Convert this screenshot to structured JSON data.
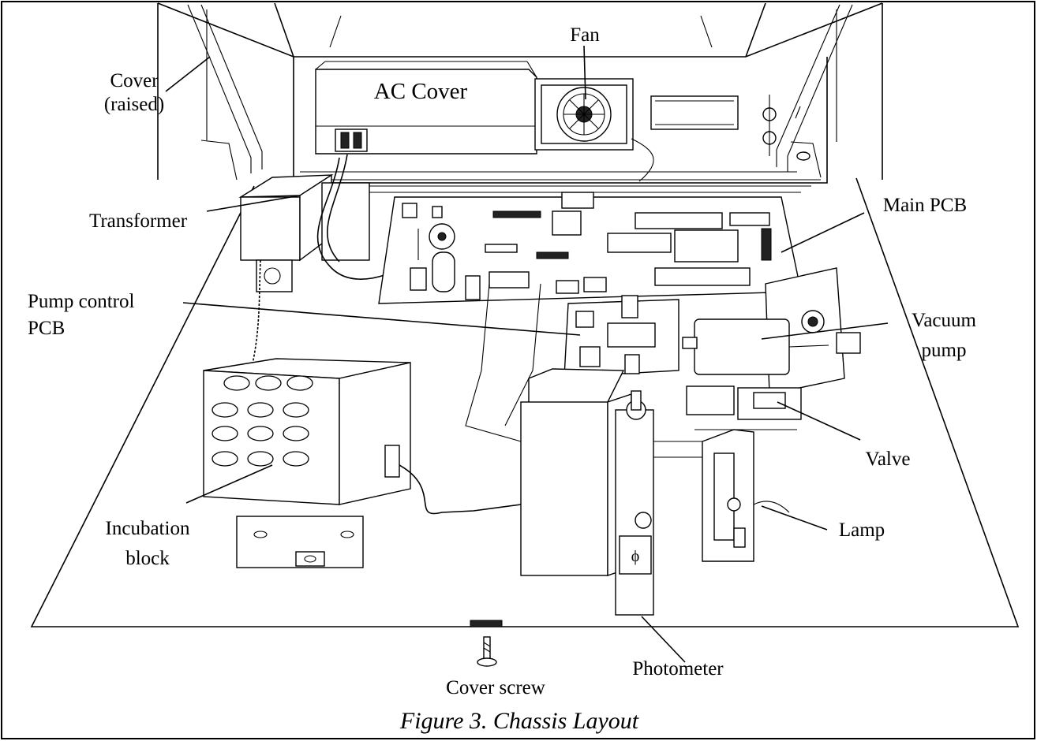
{
  "labels": {
    "fan": "Fan",
    "ac_cover": "AC Cover",
    "cover_line1": "Cover",
    "cover_line2": "(raised)",
    "transformer": "Transformer",
    "main_pcb": "Main PCB",
    "pump_control_line1": "Pump control",
    "pump_control_line2": "PCB",
    "vacuum_pump_line1": "Vacuum",
    "vacuum_pump_line2": "pump",
    "valve": "Valve",
    "lamp": "Lamp",
    "incubation_line1": "Incubation",
    "incubation_line2": "block",
    "photometer": "Photometer",
    "cover_screw": "Cover screw",
    "photometer_symbol": "ϕ"
  },
  "caption": "Figure 3. Chassis Layout"
}
